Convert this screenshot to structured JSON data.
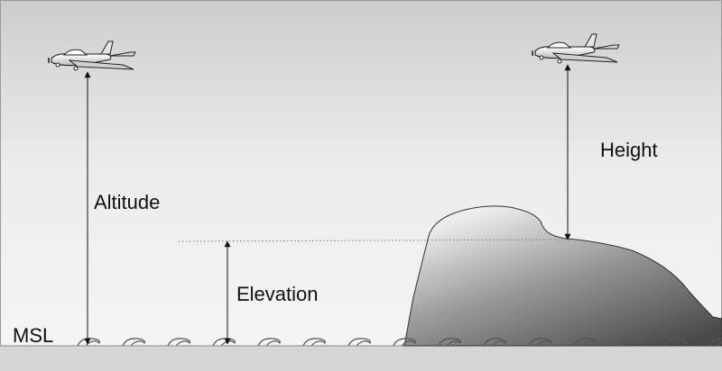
{
  "labels": {
    "altitude": "Altitude",
    "height": "Height",
    "elevation": "Elevation",
    "msl": "MSL"
  },
  "icons": {
    "aircraft": "airplane-icon",
    "terrain": "mountain",
    "sea": "waves"
  },
  "colors": {
    "sky_top": "#cfcfcf",
    "sky_mid": "#f1f1f1",
    "ground": "#d6d6d6",
    "hill_light": "#e2e2e2",
    "hill_dark": "#555555",
    "line": "#111111"
  }
}
